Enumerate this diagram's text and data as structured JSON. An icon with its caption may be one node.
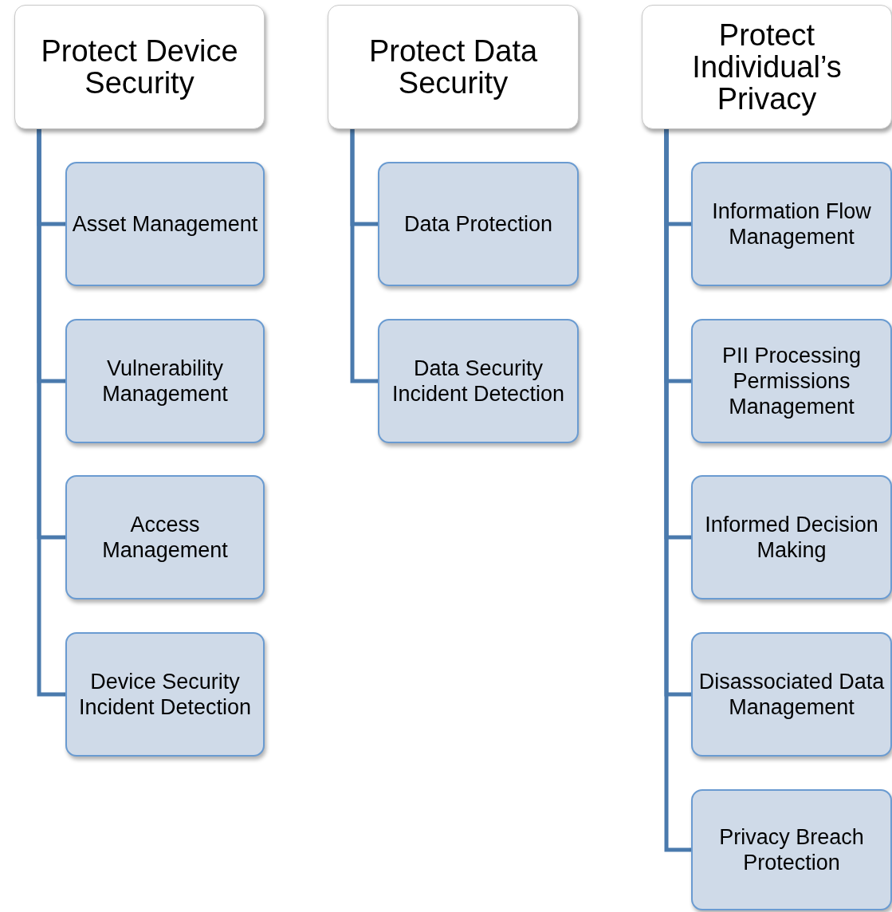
{
  "diagram": {
    "nodes": [
      {
        "text": [
          "Protect Device Security"
        ]
      },
      {
        "text": [
          "Asset Management"
        ]
      },
      {
        "text": [
          "Vulnerability Management"
        ]
      },
      {
        "text": [
          "Access Management"
        ]
      },
      {
        "text": [
          "Device Security Incident Detection"
        ]
      },
      {
        "text": [
          "Protect Data Security"
        ]
      },
      {
        "text": [
          "Data Protection"
        ]
      },
      {
        "text": [
          "Data Security Incident Detection"
        ]
      },
      {
        "text": [
          "Protect Individual’s Privacy"
        ]
      },
      {
        "text": [
          "Information Flow Management"
        ]
      },
      {
        "text": [
          "PII Processing Permissions Management"
        ]
      },
      {
        "text": [
          "Informed Decision Making"
        ]
      },
      {
        "text": [
          "Disassociated Data Management"
        ]
      },
      {
        "text": [
          "Privacy Breach Protection"
        ]
      }
    ],
    "edges": [
      {
        "from": 0,
        "to": 1,
        "arrow": "none"
      },
      {
        "from": 0,
        "to": 2,
        "arrow": "none"
      },
      {
        "from": 0,
        "to": 3,
        "arrow": "none"
      },
      {
        "from": 0,
        "to": 4,
        "arrow": "none"
      },
      {
        "from": 5,
        "to": 6,
        "arrow": "none"
      },
      {
        "from": 5,
        "to": 7,
        "arrow": "none"
      },
      {
        "from": 8,
        "to": 9,
        "arrow": "none"
      },
      {
        "from": 8,
        "to": 10,
        "arrow": "none"
      },
      {
        "from": 8,
        "to": 11,
        "arrow": "none"
      },
      {
        "from": 8,
        "to": 12,
        "arrow": "none"
      },
      {
        "from": 8,
        "to": 13,
        "arrow": "none"
      }
    ]
  }
}
